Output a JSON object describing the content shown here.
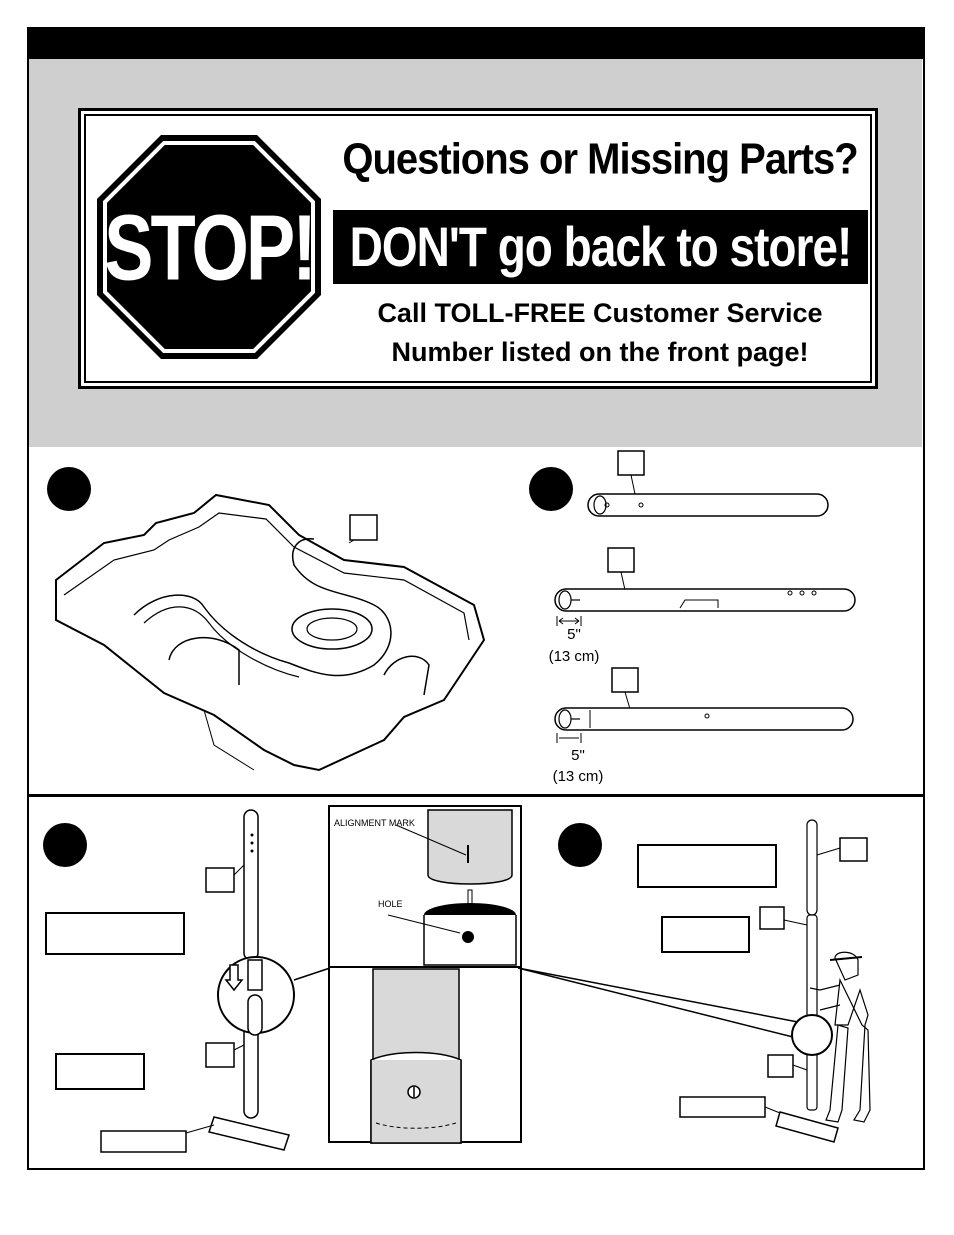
{
  "banner": {
    "stop_word": "STOP!",
    "headline": "Questions or Missing Parts?",
    "strip": "DON'T go back to store!",
    "call_line_1": "Call TOLL-FREE Customer Service",
    "call_line_2": "Number listed on the front page!"
  },
  "parts": {
    "pole_a_dim_in": "5\"",
    "pole_a_dim_cm": "(13 cm)",
    "pole_b_dim_in": "5\"",
    "pole_b_dim_cm": "(13 cm)"
  },
  "detail": {
    "alignment_mark": "ALIGNMENT MARK",
    "hole": "HOLE"
  },
  "colors": {
    "band_gray": "#cfcfcf",
    "ink": "#000000",
    "sleeve_gray": "#d9d9d9"
  }
}
